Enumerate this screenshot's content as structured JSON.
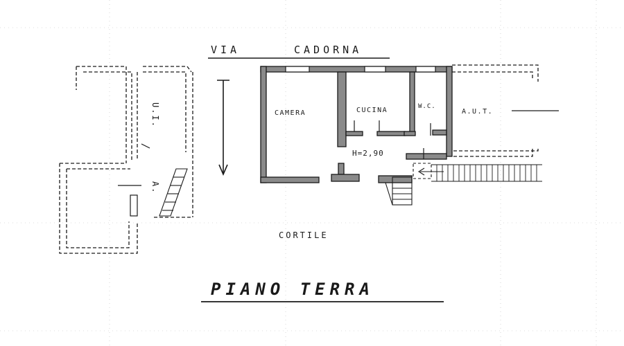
{
  "plan": {
    "street_word1": "VIA",
    "street_word2": "CADORNA",
    "rooms": {
      "camera": "CAMERA",
      "cucina": "CUCINA",
      "wc": "W.C.",
      "aut_right": "A.U.T."
    },
    "height_note": "H=2,90",
    "courtyard": "CORTILE",
    "left_building_top": "U.I.",
    "left_building_bottom": "A.",
    "title": "PIANO TERRA"
  }
}
